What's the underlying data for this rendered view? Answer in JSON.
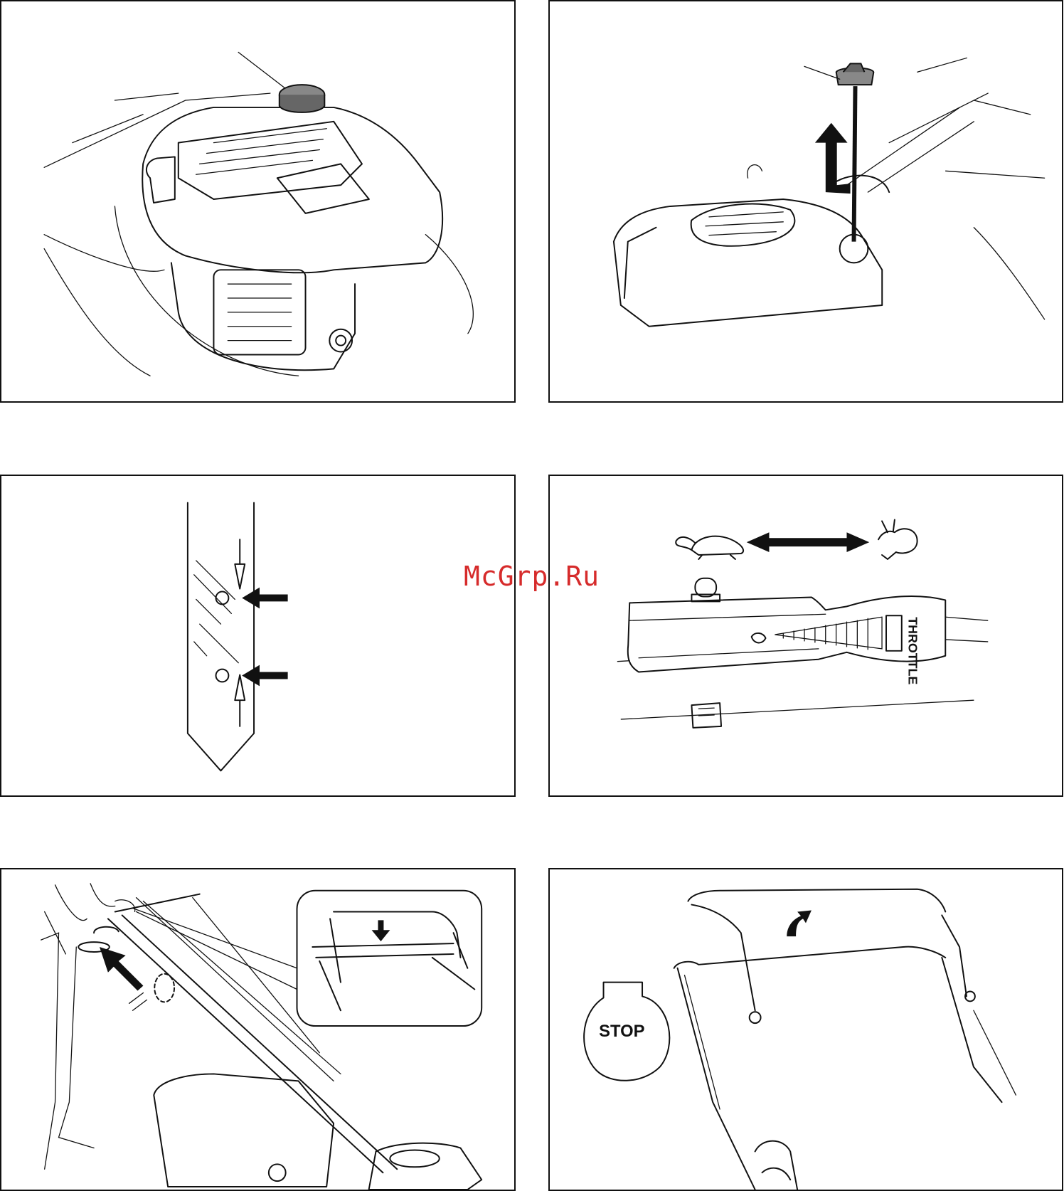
{
  "watermark": "McGrp.Ru",
  "throttle": {
    "label": "THROTTLE"
  },
  "stop_sign": {
    "label": "STOP"
  },
  "icons": [
    "fuel-cap-icon",
    "dipstick-icon",
    "turtle-slow-icon",
    "rabbit-fast-icon",
    "arrow-icon"
  ]
}
